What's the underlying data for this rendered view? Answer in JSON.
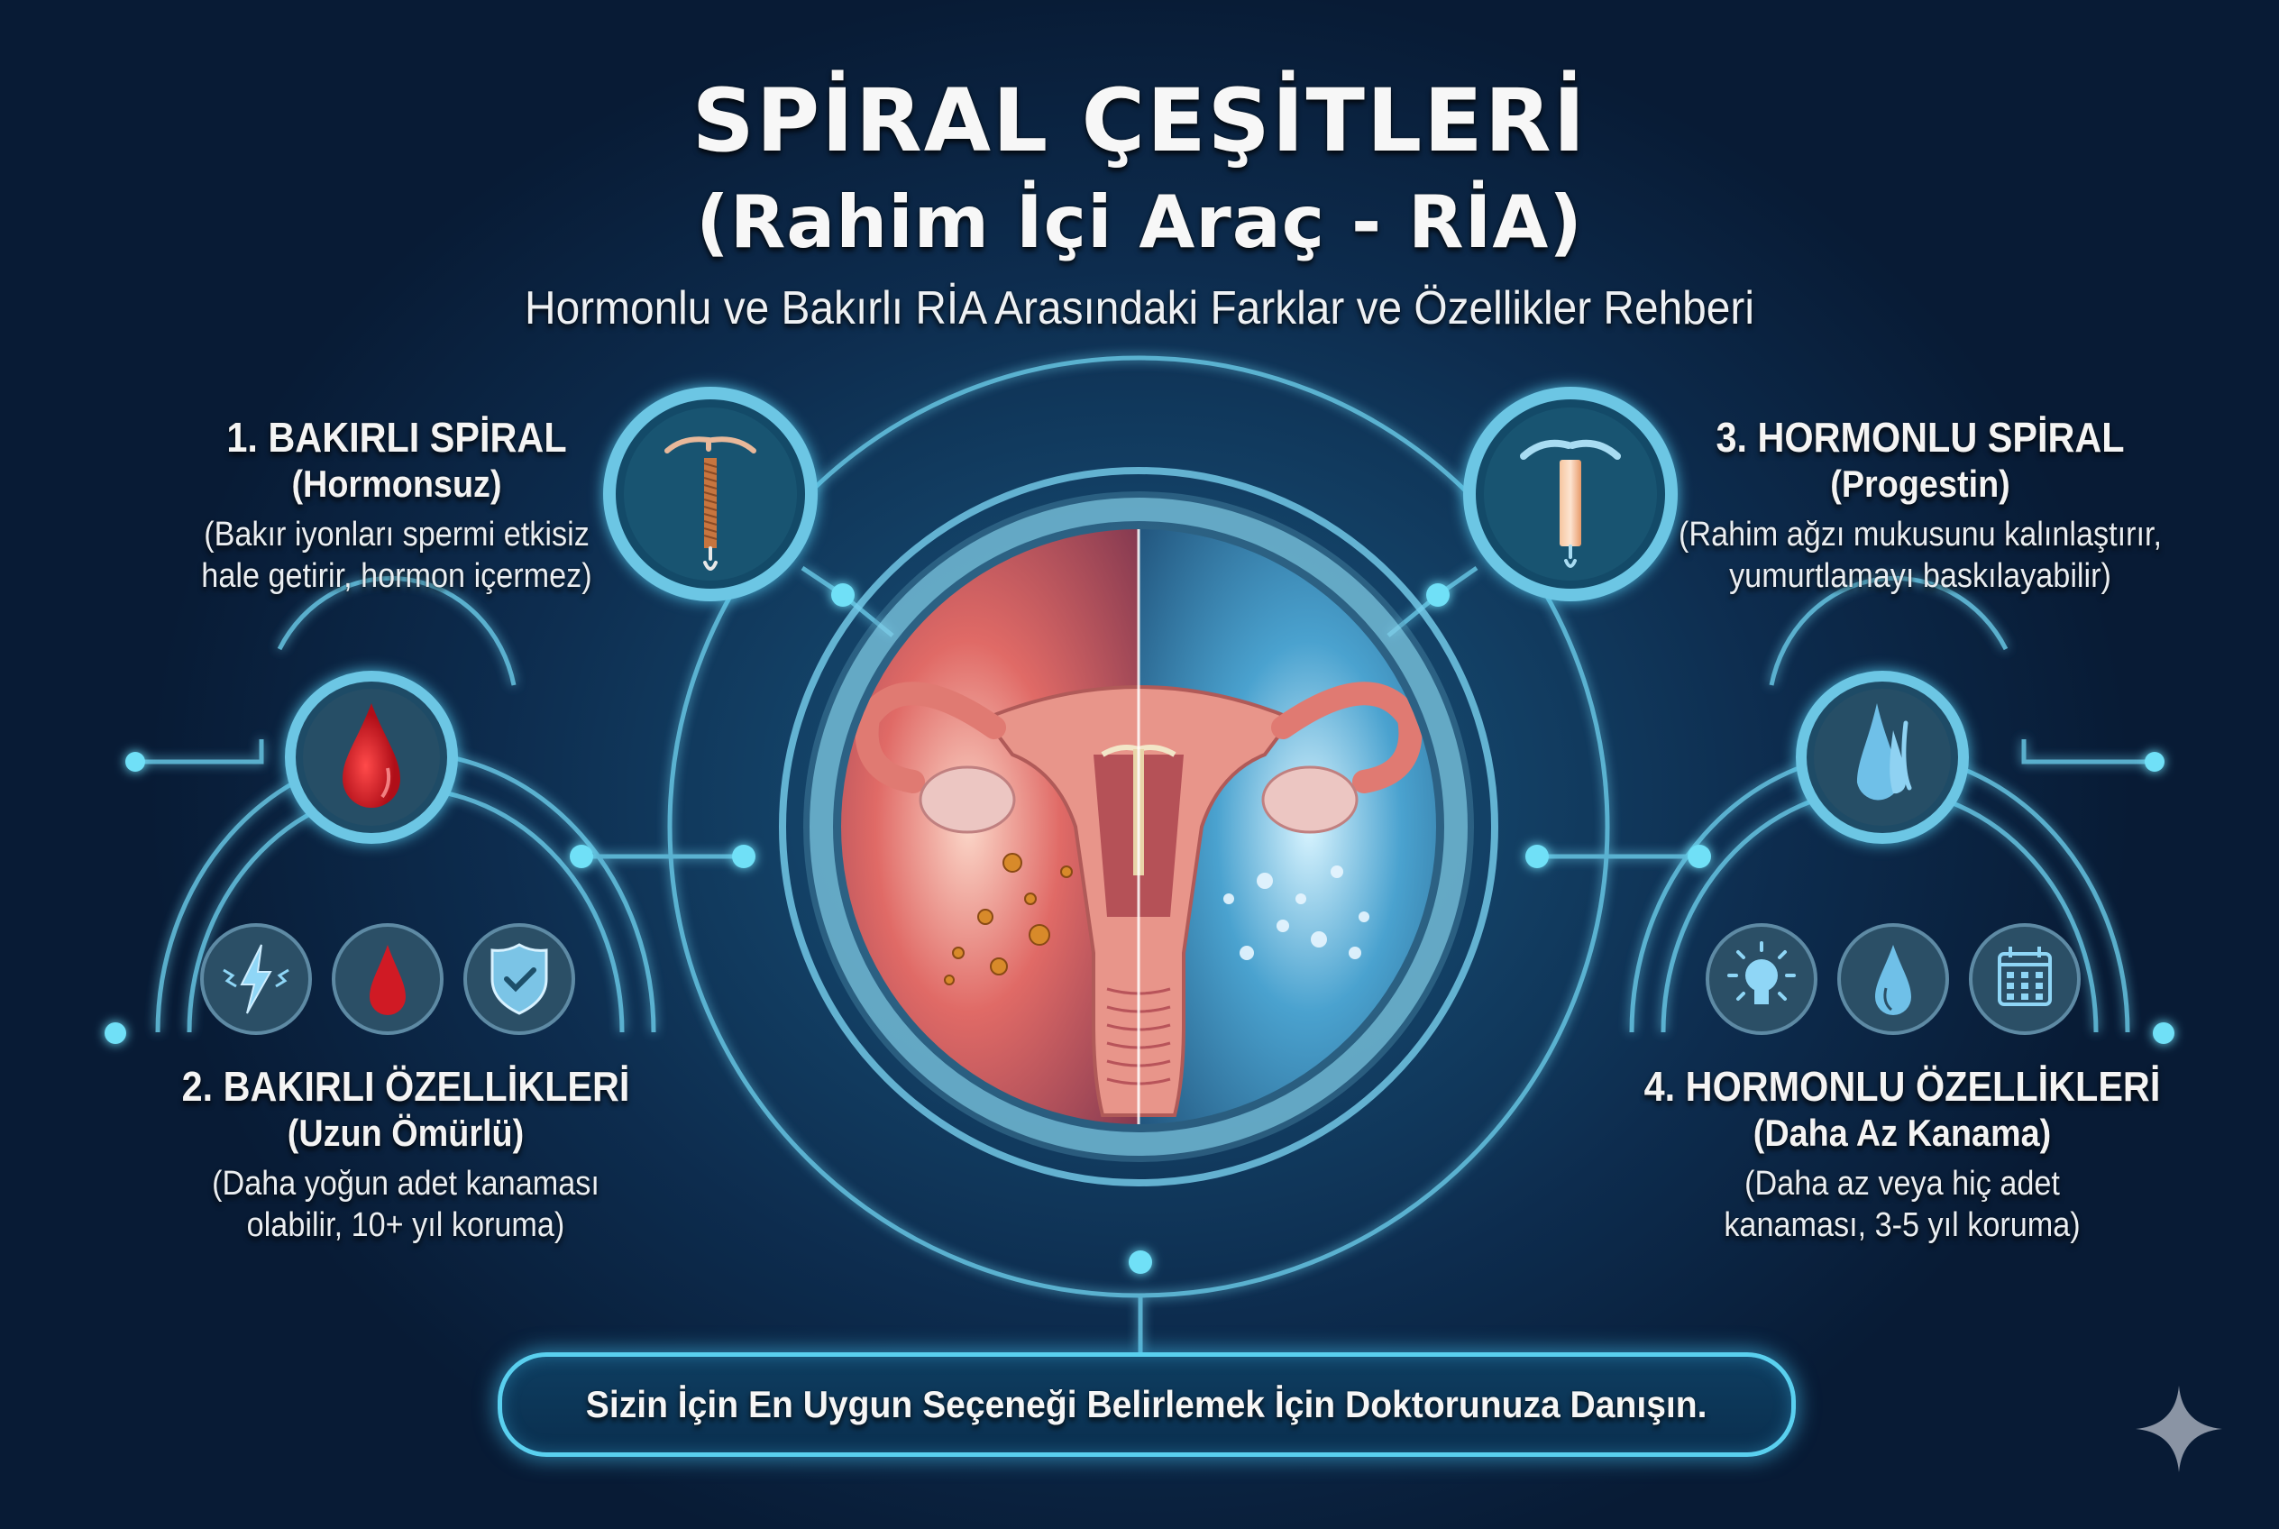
{
  "header": {
    "title_line1": "SPİRAL ÇEŞİTLERİ",
    "title_line2": "(Rahim İçi Araç - RİA)",
    "subtitle": "Hormonlu ve Bakırlı RİA Arasındaki Farklar ve Özellikler Rehberi"
  },
  "sections": [
    {
      "id": "copper-iud",
      "heading": "1. BAKIRLI SPİRAL",
      "subheading": "(Hormonsuz)",
      "description_lines": [
        "(Bakır iyonları spermi etkisiz",
        "hale getirir, hormon içermez)"
      ],
      "icon": "copper-iud-icon"
    },
    {
      "id": "copper-features",
      "heading": "2. BAKIRLI ÖZELLİKLERİ",
      "subheading": "(Uzun Ömürlü)",
      "description_lines": [
        "(Daha yoğun adet kanaması",
        "olabilir, 10+ yıl koruma)"
      ],
      "main_icon": "blood-drop-icon",
      "sub_icons": [
        "lightning-cramp-icon",
        "blood-drop-icon",
        "shield-check-icon"
      ]
    },
    {
      "id": "hormonal-iud",
      "heading": "3. HORMONLU SPİRAL",
      "subheading": "(Progestin)",
      "description_lines": [
        "(Rahim ağzı mukusunu kalınlaştırır,",
        "yumurtlamayı baskılayabilir)"
      ],
      "icon": "hormonal-iud-icon"
    },
    {
      "id": "hormonal-features",
      "heading": "4. HORMONLU ÖZELLİKLERİ",
      "subheading": "(Daha Az Kanama)",
      "description_lines": [
        "(Daha az veya hiç adet",
        "kanaması, 3-5 yıl koruma)"
      ],
      "main_icon": "water-drops-icon",
      "sub_icons": [
        "lightbulb-icon",
        "water-drop-icon",
        "calendar-icon"
      ]
    }
  ],
  "center": {
    "illustration": "uterus-with-iud-split-comparison",
    "left_half": "copper",
    "right_half": "hormonal"
  },
  "footer": {
    "cta": "Sizin İçin En Uygun Seçeneği Belirlemek İçin Doktorunuza Danışın."
  },
  "colors": {
    "background_dark": "#081b35",
    "background_mid": "#134166",
    "accent_cyan": "#5ad0ef",
    "copper": "#c8784a",
    "blood_red": "#d91a24",
    "hormone_blue": "#7cc8ec",
    "uterus_pink": "#e88a80"
  },
  "watermark": {
    "icon": "sparkle-icon"
  }
}
